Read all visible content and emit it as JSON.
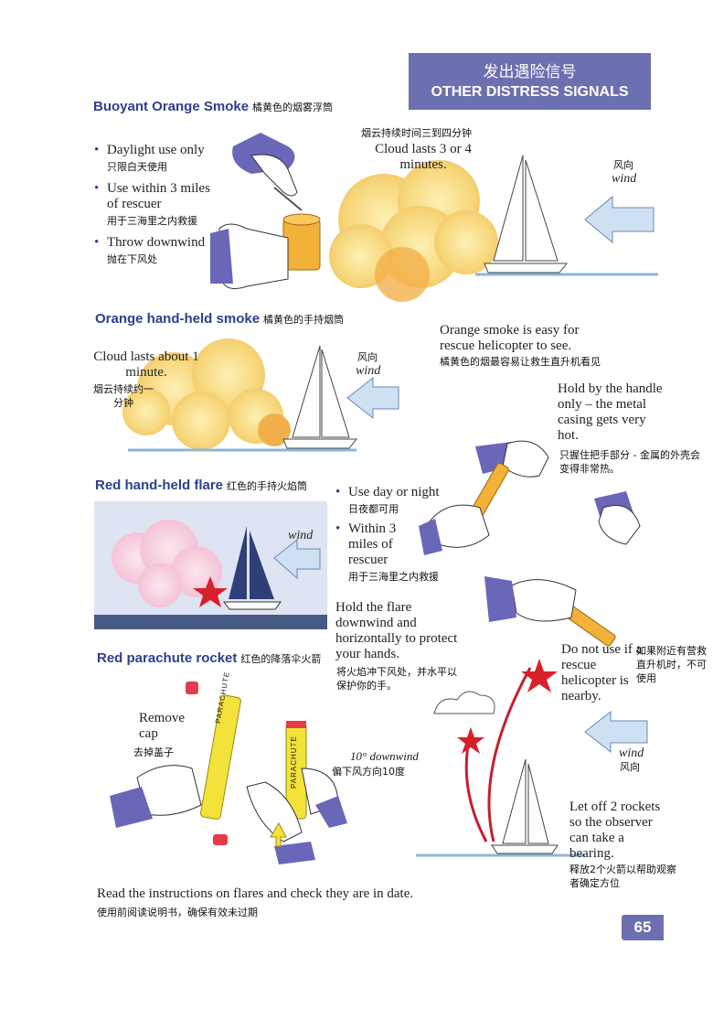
{
  "banner": {
    "zh": "发出遇险信号",
    "en": "OTHER DISTRESS SIGNALS"
  },
  "buoyant": {
    "heading": "Buoyant Orange Smoke",
    "heading_zh": "橘黄色的烟雾浮筒",
    "bullets": [
      {
        "en": "Daylight use only",
        "zh": "只限白天使用"
      },
      {
        "en": "Use within 3 miles of rescuer",
        "zh": "用于三海里之内救援"
      },
      {
        "en": "Throw downwind",
        "zh": "抛在下风处"
      }
    ],
    "cloud_zh": "烟云持续时间三到四分钟",
    "cloud_en": "Cloud lasts 3 or 4 minutes.",
    "wind_zh": "风向",
    "wind_en": "wind"
  },
  "handheld_smoke": {
    "heading": "Orange hand-held smoke",
    "heading_zh": "橘黄色的手持烟筒",
    "cloud_en": "Cloud lasts about 1 minute.",
    "cloud_zh": "烟云持续约一分钟",
    "wind_zh": "风向",
    "wind_en": "wind",
    "easy_en": "Orange smoke is easy for rescue helicopter to see.",
    "easy_zh": "橘黄色的烟最容易让救生直升机看见",
    "hold_en": "Hold by the handle only – the metal casing gets very hot.",
    "hold_zh": "只握住把手部分 - 金属的外壳会变得非常热。"
  },
  "flare": {
    "heading": "Red hand-held flare",
    "heading_zh": "红色的手持火焰筒",
    "wind_en": "wind",
    "bullets": [
      {
        "en": "Use day or night",
        "zh": "日夜都可用"
      },
      {
        "en": "Within 3 miles of rescuer",
        "zh": "用于三海里之内救援"
      }
    ],
    "hold_en": "Hold the flare downwind and horizontally to protect your hands.",
    "hold_zh": "将火焰冲下风处，并水平以保护你的手。"
  },
  "rocket": {
    "heading": "Red parachute rocket",
    "heading_zh": "红色的降落伞火箭",
    "remove_en": "Remove cap",
    "remove_zh": "去掉盖子",
    "angle_en": "10° downwind",
    "angle_zh": "偏下风方向10度",
    "donot_en": "Do not use if a rescue helicopter is nearby.",
    "donot_zh": "如果附近有营救直升机时，不可使用",
    "wind_en": "wind",
    "wind_zh": "风向",
    "letoff_en": "Let off 2 rockets so the observer can take a bearing.",
    "letoff_zh": "释放2个火箭以帮助观察者确定方位",
    "tube_label": "PARACHUTE"
  },
  "footer": {
    "en": "Read the instructions on flares and check they are in date.",
    "zh": "使用前阅读说明书，确保有效未过期"
  },
  "page_number": "65",
  "colors": {
    "accent": "#6c6fb0",
    "heading": "#2d3f8f",
    "smoke": "#f5d37a",
    "flare_red": "#d8202a",
    "glove": "#6a66b8"
  }
}
